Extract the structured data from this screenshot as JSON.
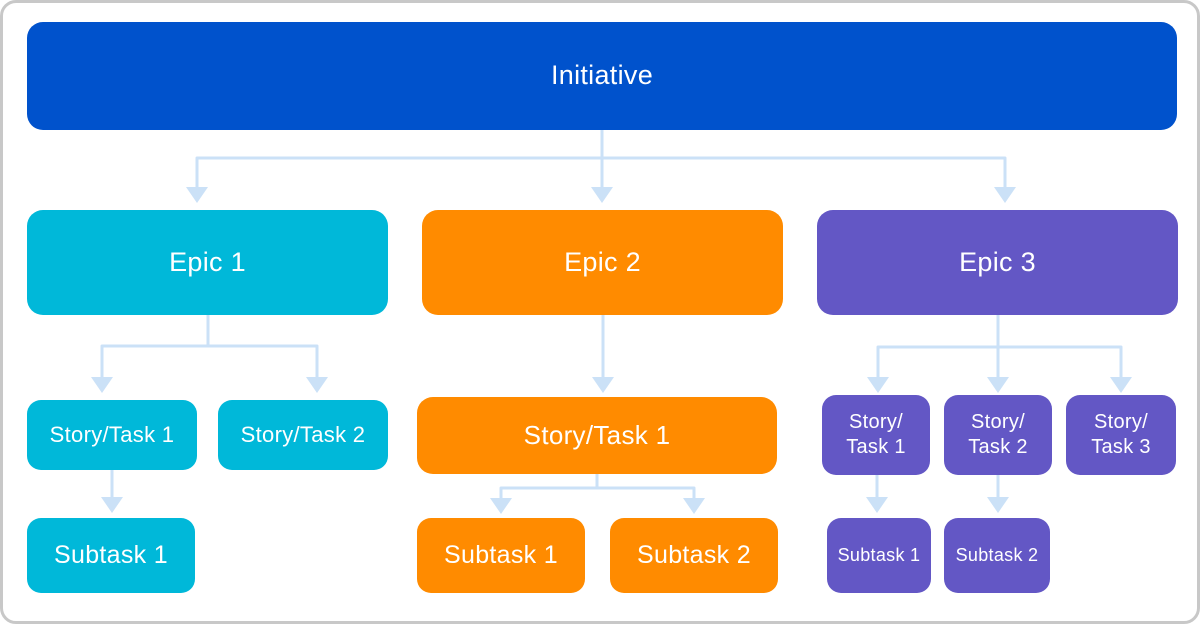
{
  "colors": {
    "initiative": "#0052CC",
    "epic1": "#00B8D9",
    "epic2": "#FF8B00",
    "epic3": "#6357C5",
    "connector": "#CBE1F7",
    "frame_border": "#C8C8C8",
    "node_text": "#FFFFFF"
  },
  "tree": {
    "initiative": {
      "label": "Initiative"
    },
    "epics": [
      {
        "label": "Epic 1",
        "stories": [
          {
            "label": "Story/Task 1",
            "subtasks": [
              {
                "label": "Subtask 1"
              }
            ]
          },
          {
            "label": "Story/Task 2",
            "subtasks": []
          }
        ]
      },
      {
        "label": "Epic 2",
        "stories": [
          {
            "label": "Story/Task 1",
            "subtasks": [
              {
                "label": "Subtask 1"
              },
              {
                "label": "Subtask 2"
              }
            ]
          }
        ]
      },
      {
        "label": "Epic 3",
        "stories": [
          {
            "label": "Story/\nTask 1",
            "subtasks": [
              {
                "label": "Subtask 1"
              }
            ]
          },
          {
            "label": "Story/\nTask 2",
            "subtasks": [
              {
                "label": "Subtask 2"
              }
            ]
          },
          {
            "label": "Story/\nTask 3",
            "subtasks": []
          }
        ]
      }
    ]
  }
}
